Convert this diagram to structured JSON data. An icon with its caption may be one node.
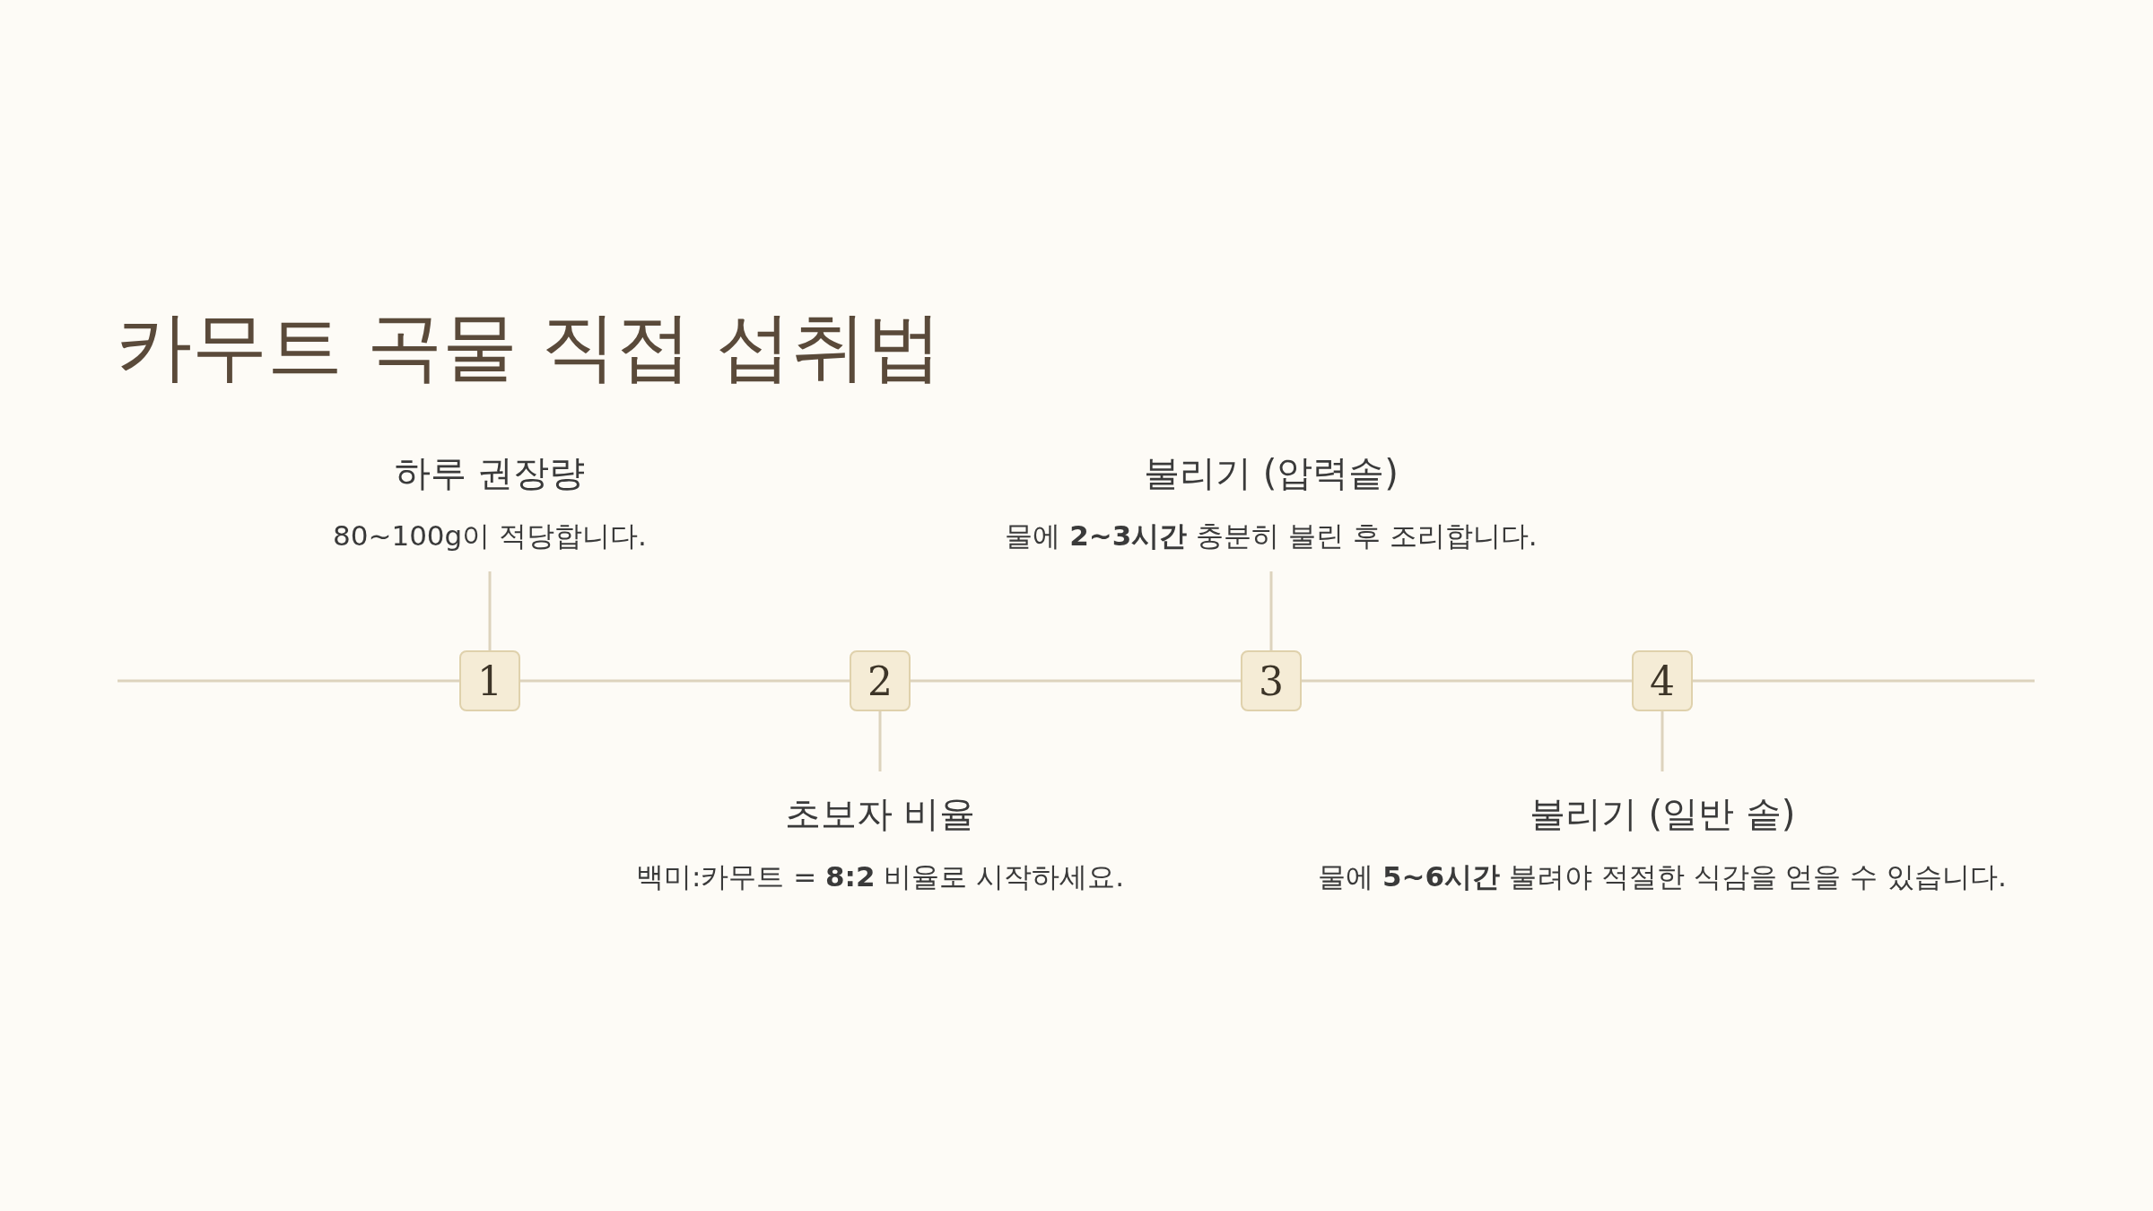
{
  "diagram": {
    "title": "카무트 곡물 직접 섭취법",
    "nodes": [
      {
        "text": [
          "1"
        ]
      },
      {
        "text": [
          "2"
        ]
      },
      {
        "text": [
          "3"
        ]
      },
      {
        "text": [
          "4"
        ]
      },
      {
        "text": [
          "하루 권장량",
          "80~100g이 적당합니다."
        ]
      },
      {
        "text": [
          "초보자 비율",
          "백미:카무트 = **8:2** 비율로 시작하세요."
        ]
      },
      {
        "text": [
          "불리기 (압력솥)",
          "물에 **2~3시간** 충분히 불린 후 조리합니다."
        ]
      },
      {
        "text": [
          "불리기 (일반 솥)",
          "물에 **5~6시간** 불려야 적절한 식감을 얻을 수 있습니다."
        ]
      }
    ],
    "edges": [
      {
        "from": null,
        "to": 0,
        "arrow": "none"
      },
      {
        "from": 0,
        "to": 1,
        "arrow": "none"
      },
      {
        "from": 1,
        "to": 2,
        "arrow": "none"
      },
      {
        "from": 2,
        "to": 3,
        "arrow": "none"
      },
      {
        "from": 3,
        "to": null,
        "arrow": "none"
      },
      {
        "from": 0,
        "to": 4,
        "arrow": "none"
      },
      {
        "from": 1,
        "to": 5,
        "arrow": "none"
      },
      {
        "from": 2,
        "to": 6,
        "arrow": "none"
      },
      {
        "from": 3,
        "to": 7,
        "arrow": "none"
      }
    ]
  }
}
